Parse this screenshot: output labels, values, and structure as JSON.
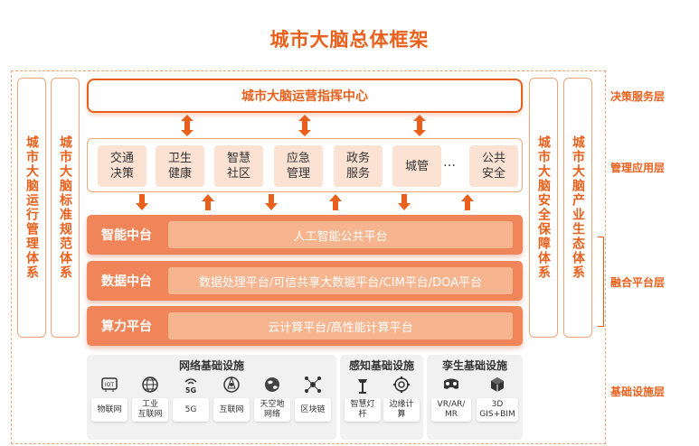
{
  "title": "城市大脑总体框架",
  "left_columns": [
    "城市大脑运行管理体系",
    "城市大脑标准规范体系"
  ],
  "right_columns": [
    "城市大脑安全保障体系",
    "城市大脑产业生态体系"
  ],
  "command_center": "城市大脑运营指挥中心",
  "apps": [
    {
      "l1": "交通",
      "l2": "决策"
    },
    {
      "l1": "卫生",
      "l2": "健康"
    },
    {
      "l1": "智慧",
      "l2": "社区"
    },
    {
      "l1": "应急",
      "l2": "管理"
    },
    {
      "l1": "政务",
      "l2": "服务"
    },
    {
      "l1": "城管",
      "l2": ""
    },
    {
      "l1": "公共",
      "l2": "安全"
    }
  ],
  "apps_more": "…",
  "platforms": [
    {
      "label": "智能中台",
      "content": "人工智能公共平台"
    },
    {
      "label": "数据中台",
      "content": "数据处理平台/可信共享大数据平台/CIM平台/DOA平台"
    },
    {
      "label": "算力平台",
      "content": "云计算平台/高性能计算平台"
    }
  ],
  "infra": {
    "network": {
      "title": "网络基础设施",
      "items": [
        {
          "icon": "iot-chip-icon",
          "l1": "物联网",
          "l2": ""
        },
        {
          "icon": "globe-icon",
          "l1": "工业",
          "l2": "互联网"
        },
        {
          "icon": "wifi-5g-icon",
          "l1": "5G",
          "l2": ""
        },
        {
          "icon": "internet-icon",
          "l1": "互联网",
          "l2": ""
        },
        {
          "icon": "earth-icon",
          "l1": "天空地",
          "l2": "网络"
        },
        {
          "icon": "blockchain-icon",
          "l1": "区块链",
          "l2": ""
        }
      ]
    },
    "sensing": {
      "title": "感知基础设施",
      "items": [
        {
          "icon": "street-lamp-icon",
          "l1": "智慧灯",
          "l2": "杆"
        },
        {
          "icon": "edge-compute-icon",
          "l1": "边缘计",
          "l2": "算"
        }
      ]
    },
    "twin": {
      "title": "孪生基础设施",
      "items": [
        {
          "icon": "vr-headset-icon",
          "l1": "VR/AR/",
          "l2": "MR"
        },
        {
          "icon": "cube-icon",
          "l1": "3D",
          "l2": "GIS+BIM"
        }
      ]
    }
  },
  "layers": [
    "决策服务层",
    "管理应用层",
    "融合平台层",
    "基础设施层"
  ],
  "colors": {
    "accent": "#e8601c",
    "platform": "#f0855a",
    "platform_inner": "#f6b48f",
    "app_bg": "#fbe2d3"
  }
}
